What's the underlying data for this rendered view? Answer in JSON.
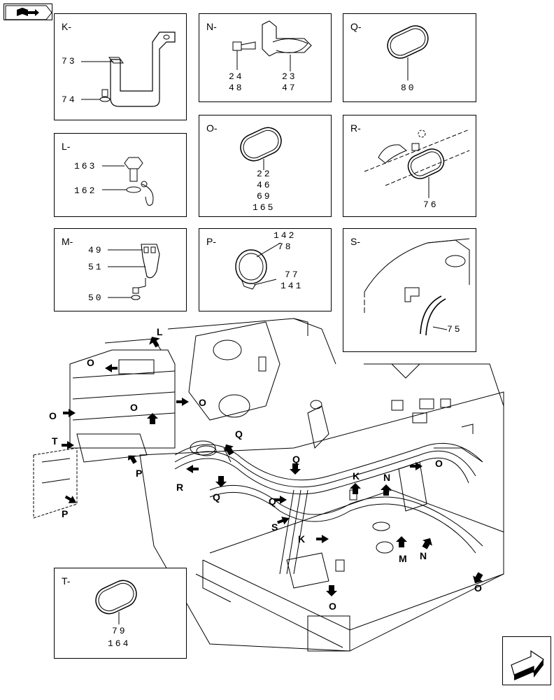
{
  "panels": {
    "k": {
      "title": "K-",
      "c1": "73",
      "c2": "74"
    },
    "l": {
      "title": "L-",
      "c1": "163",
      "c2": "162"
    },
    "m": {
      "title": "M-",
      "c1": "49",
      "c2": "51",
      "c3": "50"
    },
    "n": {
      "title": "N-",
      "c1": "24",
      "c2": "48",
      "c3": "23",
      "c4": "47"
    },
    "o": {
      "title": "O-",
      "c1": "22",
      "c2": "46",
      "c3": "69",
      "c4": "165"
    },
    "p": {
      "title": "P-",
      "c1": "142",
      "c2": "78",
      "c3": "77",
      "c4": "141"
    },
    "q": {
      "title": "Q-",
      "c1": "80"
    },
    "r": {
      "title": "R-",
      "c1": "76"
    },
    "s": {
      "title": "S-",
      "c1": "75"
    },
    "t": {
      "title": "T-",
      "c1": "79",
      "c2": "164"
    }
  },
  "labels": [
    {
      "id": "l1",
      "text": "L"
    },
    {
      "id": "o1",
      "text": "O"
    },
    {
      "id": "o2",
      "text": "O"
    },
    {
      "id": "o3",
      "text": "O"
    },
    {
      "id": "o4",
      "text": "O"
    },
    {
      "id": "t1",
      "text": "T"
    },
    {
      "id": "p1",
      "text": "P"
    },
    {
      "id": "p2",
      "text": "P"
    },
    {
      "id": "r1",
      "text": "R"
    },
    {
      "id": "q1",
      "text": "Q"
    },
    {
      "id": "q2",
      "text": "Q"
    },
    {
      "id": "q3",
      "text": "Q"
    },
    {
      "id": "q4",
      "text": "Q"
    },
    {
      "id": "s1",
      "text": "S"
    },
    {
      "id": "k1",
      "text": "K"
    },
    {
      "id": "k2",
      "text": "K"
    },
    {
      "id": "n1",
      "text": "N"
    },
    {
      "id": "n2",
      "text": "N"
    },
    {
      "id": "m1",
      "text": "M"
    },
    {
      "id": "o5",
      "text": "O"
    },
    {
      "id": "o6",
      "text": "O"
    },
    {
      "id": "o7",
      "text": "O"
    }
  ],
  "icons": {
    "top_left": "book-icon",
    "bottom_right": "next-page-arrow-icon"
  }
}
